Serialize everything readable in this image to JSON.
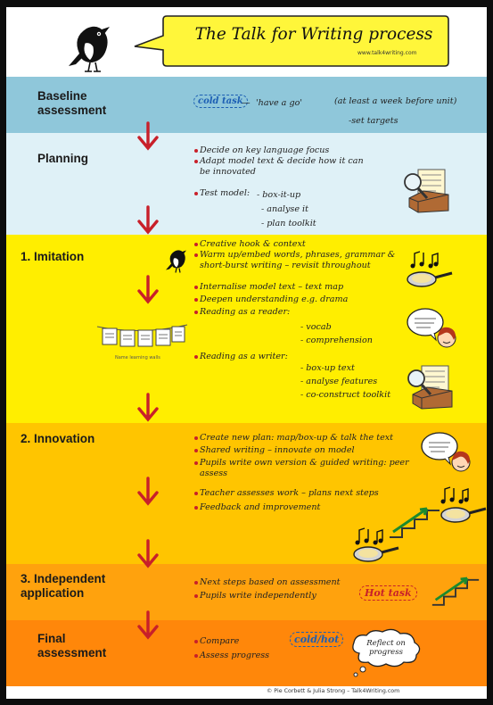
{
  "title": "The Talk for Writing process",
  "website": "www.talk4writing.com",
  "credit": "© Pie Corbett & Julia Strong – Talk4Writing.com",
  "colors": {
    "baseline": "#8fc7da",
    "planning": "#dff1f7",
    "imitation": "#ffee00",
    "innovation": "#ffc500",
    "independent": "#ffa20d",
    "final": "#ff870a",
    "arrow": "#c8202a",
    "title_box": "#fff63a"
  },
  "stages": {
    "baseline": {
      "label": "Baseline assessment",
      "cold_task": "cold task",
      "have_a_go": "'have a go'",
      "timing": "(at least a week before unit)",
      "set_targets": "-set targets"
    },
    "planning": {
      "label": "Planning",
      "items": [
        "Decide on key language focus",
        "Adapt model text & decide how it can be innovated",
        "Test model:"
      ],
      "test_model_sub": [
        "- box-it-up",
        "- analyse it",
        "- plan toolkit"
      ]
    },
    "imitation": {
      "label": "1.  Imitation",
      "items": [
        "Creative hook & context",
        "Warm up/embed words, phrases, grammar & short-burst writing – revisit throughout",
        "Internalise model text – text map",
        "Deepen understanding e.g. drama",
        "Reading as a reader:"
      ],
      "reader_sub": [
        "- vocab",
        "- comprehension"
      ],
      "writer_item": "Reading as a writer:",
      "writer_sub": [
        "- box-up text",
        "- analyse features",
        "- co-construct toolkit"
      ],
      "washing_line_caption": "Name learning walls"
    },
    "innovation": {
      "label": "2.  Innovation",
      "items": [
        "Create new plan: map/box-up & talk the text",
        "Shared writing – innovate on model",
        "Pupils write own version & guided writing: peer assess",
        "Teacher assesses work – plans next steps",
        "Feedback and improvement"
      ]
    },
    "independent": {
      "label": "3.  Independent application",
      "items": [
        "Next steps based on assessment",
        "Pupils write independently"
      ],
      "hot_task": "Hot task"
    },
    "final": {
      "label": "Final assessment",
      "items": [
        "Compare",
        "Assess progress"
      ],
      "cold_hot": "cold/hot",
      "reflect": "Reflect on progress"
    }
  },
  "icons": [
    "magpie-icon",
    "box-icon",
    "speech-bubble-icon",
    "frying-pan-icon",
    "stairs-icon",
    "thought-cloud-icon",
    "musical-notes-icon"
  ]
}
